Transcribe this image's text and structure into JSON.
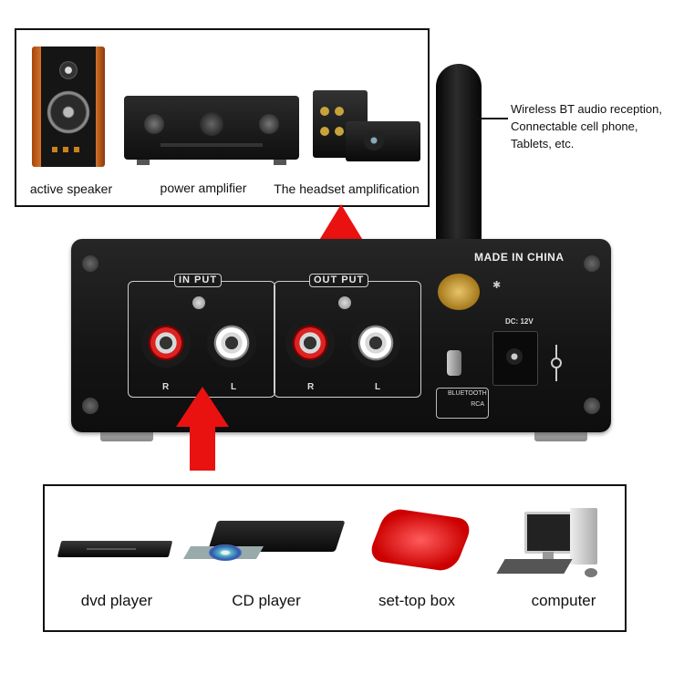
{
  "output_devices": {
    "items": [
      {
        "label": "active speaker",
        "icon": "speaker-icon"
      },
      {
        "label": "power amplifier",
        "icon": "amplifier-icon"
      },
      {
        "label": "The headset amplification",
        "icon": "headphone-amp-icon"
      }
    ]
  },
  "bt_note": {
    "line1": "Wireless BT audio reception,",
    "line2": "Connectable cell phone,",
    "line3": "Tablets, etc."
  },
  "amplifier": {
    "made_in": "MADE IN CHINA",
    "input_title": "IN PUT",
    "output_title": "OUT PUT",
    "channel_r": "R",
    "channel_l": "L",
    "dc_label": "DC: 12V",
    "bt_badge_top": "BLUETOOTH",
    "bt_badge_bottom": "RCA",
    "bt_symbol": "✱"
  },
  "input_devices": {
    "items": [
      {
        "label": "dvd player",
        "icon": "dvd-player-icon"
      },
      {
        "label": "CD player",
        "icon": "cd-player-icon"
      },
      {
        "label": "set-top box",
        "icon": "set-top-box-icon"
      },
      {
        "label": "computer",
        "icon": "computer-icon"
      }
    ]
  },
  "colors": {
    "arrow": "#ea1111",
    "panel": "#1a1a1a",
    "border": "#111111"
  }
}
